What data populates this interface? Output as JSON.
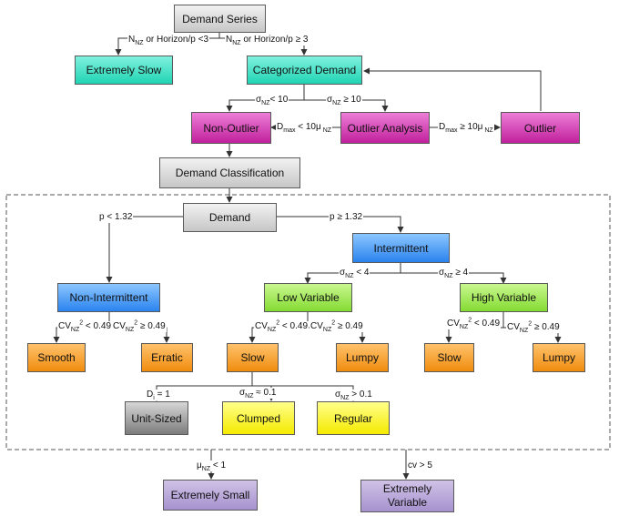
{
  "nodes": {
    "demand_series": "Demand Series",
    "extremely_slow": "Extremely Slow",
    "categorized_demand": "Categorized Demand",
    "non_outlier": "Non-Outlier",
    "outlier_analysis": "Outlier Analysis",
    "outlier": "Outlier",
    "demand_classification": "Demand Classification",
    "demand": "Demand",
    "intermittent": "Intermittent",
    "non_intermittent": "Non-Intermittent",
    "low_variable": "Low Variable",
    "high_variable": "High Variable",
    "smooth": "Smooth",
    "erratic": "Erratic",
    "slow_low": "Slow",
    "lumpy_low": "Lumpy",
    "slow_high": "Slow",
    "lumpy_high": "Lumpy",
    "unit_sized": "Unit-Sized",
    "clumped": "Clumped",
    "regular": "Regular",
    "extremely_small": "Extremely Small",
    "extremely_variable": "Extremely Variable"
  },
  "labels": {
    "nnz_lt_3": {
      "a": "N",
      "sub": "NZ",
      "b": " or Horizon/p <3"
    },
    "nnz_ge_3": {
      "a": "N",
      "sub": "NZ",
      "b": " or Horizon/p ≥ 3"
    },
    "sigma_lt_10": {
      "a": "σ",
      "sub": "NZ",
      "b": "< 10"
    },
    "sigma_ge_10": {
      "a": "σ",
      "sub": "NZ",
      "b": " ≥ 10"
    },
    "dmax_lt": {
      "a": "D",
      "sub": "max",
      "b": " < 10μ",
      "sub2": " NZ"
    },
    "dmax_ge": {
      "a": "D",
      "sub": "max",
      "b": " ≥  10μ",
      "sub2": " NZ"
    },
    "p_lt": {
      "a": "p < 1.32"
    },
    "p_ge": {
      "a": "p ≥ 1.32"
    },
    "sigma_lt_4": {
      "a": "σ",
      "sub": "NZ",
      "b": " < 4"
    },
    "sigma_ge_4": {
      "a": "σ",
      "sub": "NZ",
      "b": " ≥ 4"
    },
    "cv_lt_a": {
      "a": "CV",
      "sub": "NZ",
      "sup": "2",
      "b": " < 0.49"
    },
    "cv_ge_a": {
      "a": "CV",
      "sub": "NZ",
      "sup": "2",
      "b": " ≥ 0.49"
    },
    "cv_lt_b": {
      "a": "CV",
      "sub": "NZ",
      "sup": "2",
      "b": " < 0.49"
    },
    "cv_ge_b": {
      "a": "CV",
      "sub": "NZ",
      "sup": "2",
      "b": " ≥ 0.49"
    },
    "cv_lt_c": {
      "a": "CV",
      "sub": "NZ",
      "sup": "2",
      "b": " < 0.49"
    },
    "cv_ge_c": {
      "a": "CV",
      "sub": "NZ",
      "sup": "2",
      "b": " ≥ 0.49"
    },
    "di_eq_1": {
      "a": "D",
      "sub": "i",
      "b": " = 1"
    },
    "sigma_approx": {
      "a": "σ",
      "sub": "NZ",
      "b": " ≈ 0.1"
    },
    "sigma_gt": {
      "a": "σ",
      "sub": "NZ",
      "b": " > 0.1"
    },
    "mu_lt_1": {
      "a": "μ",
      "sub": "NZ",
      "b": " < 1"
    },
    "cv_gt_5": {
      "a": "cv > 5"
    }
  }
}
